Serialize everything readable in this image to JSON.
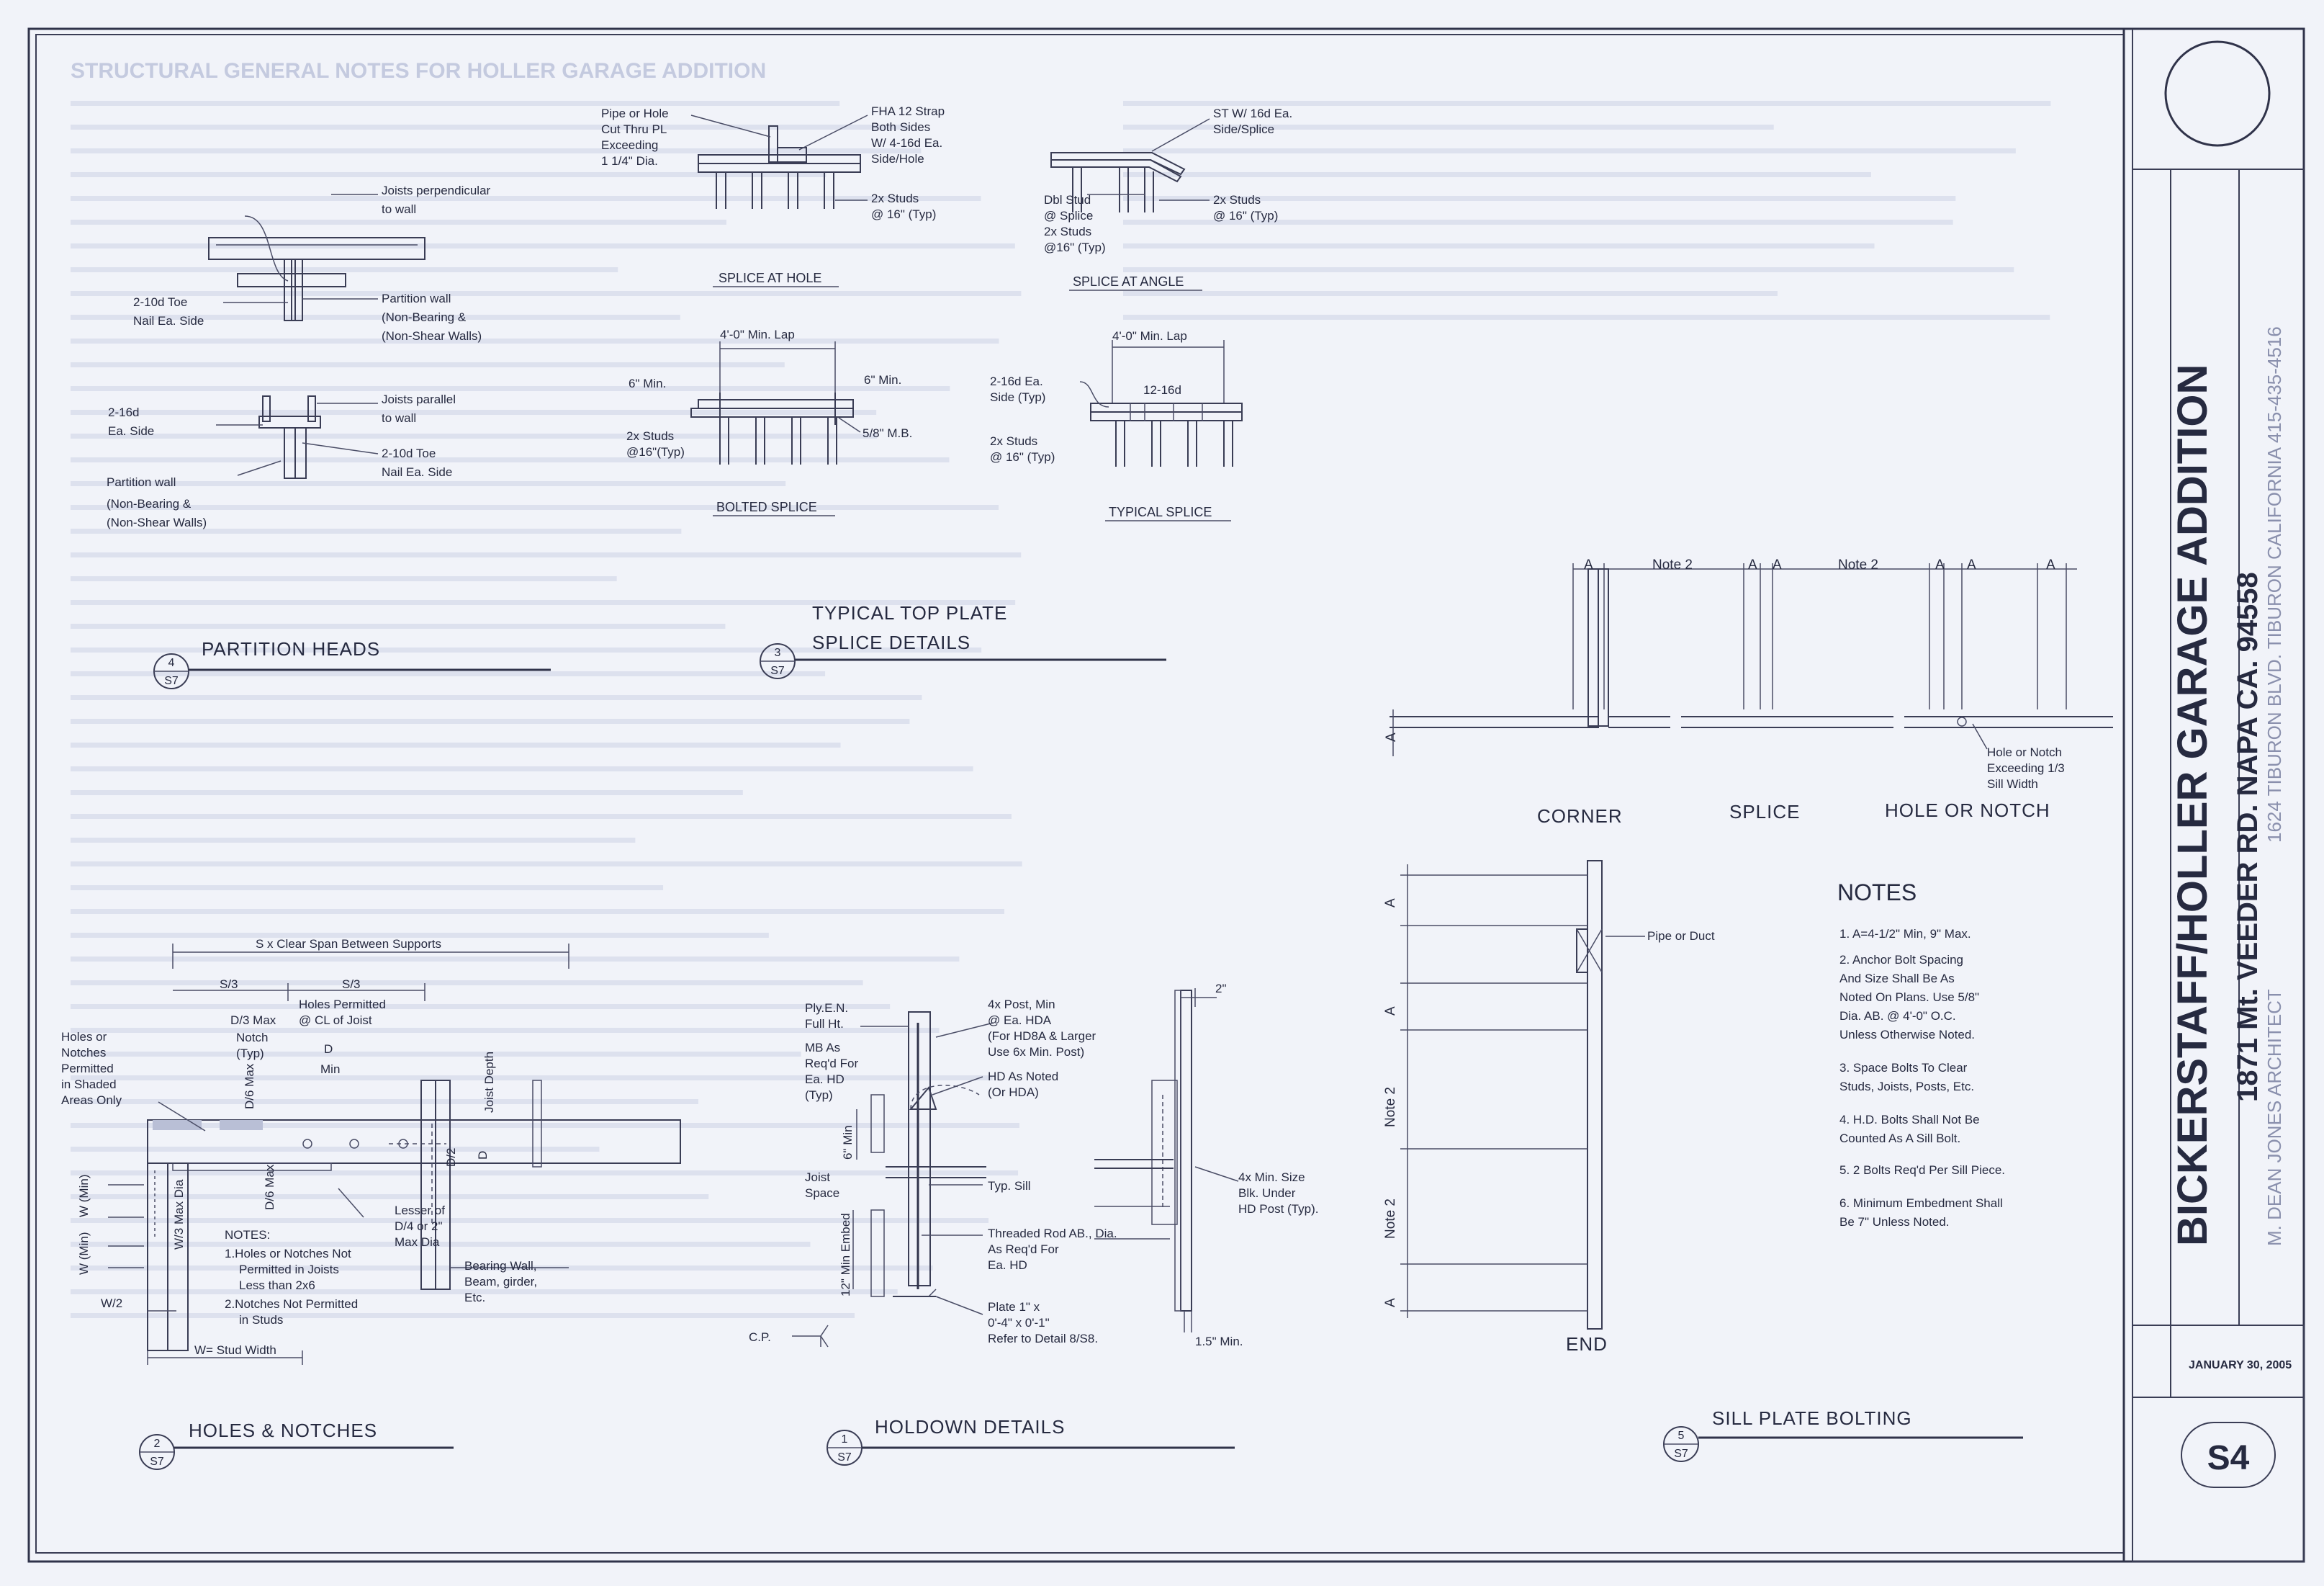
{
  "general_notes_title": "STRUCTURAL GENERAL NOTES FOR HOLLER GARAGE ADDITION",
  "title_block": {
    "project": "BICKERSTAFF/HOLLER GARAGE ADDITION",
    "address": "1871 Mt. VEEDER RD. NAPA CA. 94558",
    "architect": "M. DEAN JONES ARCHITECT",
    "office": "1624 TIBURON BLVD.   TIBURON CALIFORNIA   415-435-4516",
    "date": "JANUARY 30, 2005",
    "sheet": "S4"
  },
  "details": {
    "partition_heads": {
      "number": "4",
      "sheet": "S7",
      "title": "PARTITION HEADS",
      "labels": [
        "Joists perpendicular",
        "to wall",
        "2-10d Toe",
        "Nail Ea. Side",
        "Partition wall",
        "(Non-Bearing &",
        "(Non-Shear Walls)",
        "Joists parallel",
        "to wall",
        "2-16d",
        "Ea. Side",
        "2-10d Toe",
        "Nail Ea. Side",
        "Partition wall",
        "(Non-Bearing &",
        "(Non-Shear Walls)"
      ]
    },
    "top_plate_splice": {
      "number": "3",
      "sheet": "S7",
      "title_line1": "TYPICAL TOP PLATE",
      "title_line2": "SPLICE DETAILS",
      "sub_hole": "SPLICE AT HOLE",
      "sub_angle": "SPLICE AT ANGLE",
      "sub_bolted": "BOLTED SPLICE",
      "sub_typical": "TYPICAL SPLICE",
      "labels": [
        "Pipe or Hole",
        "Cut Thru PL",
        "Exceeding",
        "1 1/4\" Dia.",
        "FHA 12 Strap",
        "Both Sides",
        "W/ 4-16d Ea.",
        "Side/Hole",
        "2x Studs",
        "@ 16\" (Typ)",
        "ST W/ 16d Ea.",
        "Side/Splice",
        "Dbl Stud",
        "@ Splice",
        "2x Studs",
        "@16\" (Typ)",
        "2x Studs",
        "@ 16\" (Typ)",
        "4'-0\" Min. Lap",
        "6\" Min.",
        "6\" Min.",
        "2x Studs",
        "@16\"(Typ)",
        "5/8\" M.B.",
        "4'-0\" Min. Lap",
        "2-16d Ea.",
        "Side (Typ)",
        "12-16d",
        "2x Studs",
        "@ 16\" (Typ)"
      ]
    },
    "holes_notches": {
      "number": "2",
      "sheet": "S7",
      "title": "HOLES & NOTCHES",
      "labels": [
        "S x Clear Span Between Supports",
        "S/3",
        "S/3",
        "Holes or",
        "Notches",
        "Permitted",
        "in Shaded",
        "Areas Only",
        "D/3 Max",
        "Notch",
        "(Typ)",
        "Holes Permitted",
        "@ CL of Joist",
        "D",
        "Min",
        "D/6 Max",
        "D/6 Max",
        "Joist Depth",
        "D/2",
        "D",
        "W/3 Max Dia",
        "W (Min)",
        "W (Min)",
        "W/2",
        "Lesser of",
        "D/4 or 2\"",
        "Max Dia",
        "Bearing Wall,",
        "Beam, girder,",
        "Etc.",
        "W= Stud Width"
      ],
      "notes_title": "NOTES:",
      "notes": [
        "1.Holes or Notches Not",
        "Permitted in Joists",
        "Less than 2x6",
        "2.Notches Not Permitted",
        "in Studs"
      ]
    },
    "holdown": {
      "number": "1",
      "sheet": "S7",
      "title": "HOLDOWN DETAILS",
      "labels": [
        "Ply.E.N.",
        "Full Ht.",
        "MB As",
        "Req'd For",
        "Ea. HD",
        "(Typ)",
        "4x Post, Min",
        "@ Ea. HDA",
        "(For HD8A & Larger",
        "Use 6x Min. Post)",
        "HD As Noted",
        "(Or HDA)",
        "2\"",
        "6\" Min",
        "Joist",
        "Space",
        "Typ. Sill",
        "4x Min. Size",
        "Blk. Under",
        "HD Post (Typ).",
        "Threaded Rod AB., Dia.",
        "As Req'd For",
        "Ea. HD",
        "12\" Min Embed",
        "Plate 1\" x",
        "0'-4\" x 0'-1\"",
        "Refer to Detail 8/S8.",
        "C.P.",
        "1.5\" Min."
      ]
    },
    "sill_plate": {
      "number": "5",
      "sheet": "S7",
      "title": "SILL PLATE BOLTING",
      "labels": [
        "A",
        "Note 2",
        "A",
        "A",
        "Note 2",
        "A",
        "A",
        "A",
        "A",
        "Hole or Notch",
        "Exceeding 1/3",
        "Sill Width",
        "CORNER",
        "SPLICE",
        "HOLE OR NOTCH",
        "A",
        "Pipe or Duct",
        "A",
        "Note 2",
        "Note 2",
        "A",
        "END"
      ],
      "notes_title": "NOTES",
      "notes": [
        "1.  A=4-1/2\" Min, 9\" Max.",
        "2.  Anchor Bolt Spacing",
        "     And Size Shall Be As",
        "     Noted On Plans. Use 5/8\"",
        "     Dia. AB. @ 4'-0\" O.C.",
        "     Unless Otherwise Noted.",
        "3.  Space Bolts To Clear",
        "     Studs, Joists, Posts, Etc.",
        "4.  H.D. Bolts Shall Not Be",
        "     Counted As A Sill Bolt.",
        "5.  2 Bolts Req'd Per Sill Piece.",
        "6.  Minimum Embedment Shall",
        "     Be 7\" Unless Noted."
      ]
    }
  }
}
